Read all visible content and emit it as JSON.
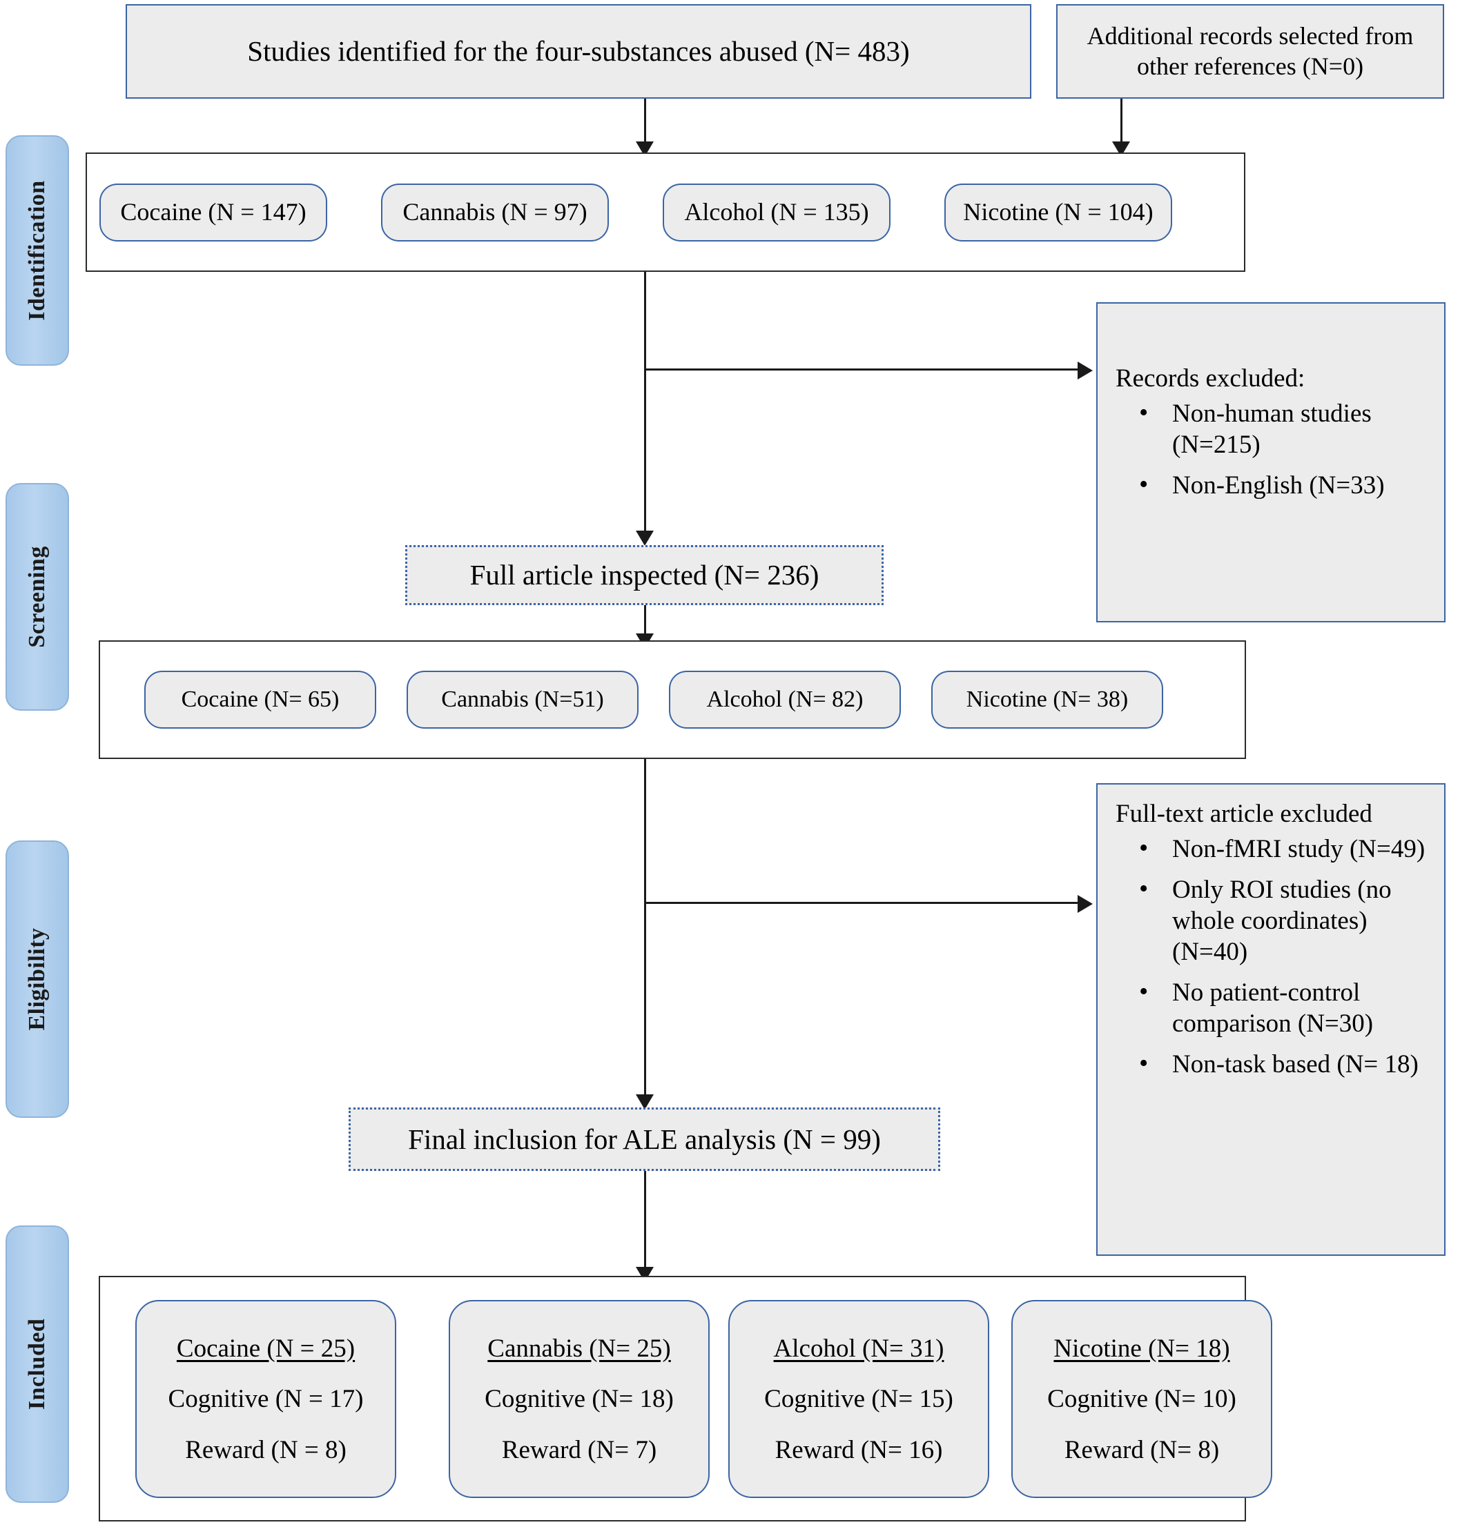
{
  "stages": [
    {
      "label": "Identification"
    },
    {
      "label": "Screening"
    },
    {
      "label": "Eligibility"
    },
    {
      "label": "Included"
    }
  ],
  "identification": {
    "source_box": "Studies identified for the four-substances abused (N= 483)",
    "additional_box": "Additional records selected from other references (N=0)",
    "substances": [
      "Cocaine (N = 147)",
      "Cannabis (N = 97)",
      "Alcohol (N = 135)",
      "Nicotine (N = 104)"
    ]
  },
  "screening": {
    "records_excluded": {
      "heading": "Records excluded:",
      "items": [
        "Non-human studies (N=215)",
        "Non-English (N=33)"
      ]
    },
    "full_article_inspected": "Full article inspected (N= 236)",
    "substances": [
      "Cocaine (N= 65)",
      "Cannabis (N=51)",
      "Alcohol (N= 82)",
      "Nicotine (N= 38)"
    ]
  },
  "eligibility": {
    "fulltext_excluded": {
      "heading": "Full-text article excluded",
      "items": [
        "Non-fMRI study (N=49)",
        "Only ROI studies (no whole coordinates) (N=40)",
        "No patient-control comparison (N=30)",
        "Non-task based (N= 18)"
      ]
    },
    "final_inclusion": "Final inclusion for ALE analysis (N = 99)"
  },
  "included": {
    "cards": [
      {
        "title": "Cocaine (N = 25)",
        "cognitive": "Cognitive (N = 17)",
        "reward": "Reward (N = 8)"
      },
      {
        "title": "Cannabis (N= 25)",
        "cognitive": "Cognitive (N= 18)",
        "reward": "Reward (N= 7)"
      },
      {
        "title": "Alcohol (N= 31)",
        "cognitive": "Cognitive (N= 15)",
        "reward": "Reward (N= 16)"
      },
      {
        "title": "Nicotine (N= 18)",
        "cognitive": "Cognitive (N= 10)",
        "reward": "Reward (N= 8)"
      }
    ]
  },
  "colors": {
    "stage_tab_fill": "#a9cae9",
    "stage_tab_border": "#8fb4da",
    "box_fill": "#ececec",
    "box_border": "#3b64a4",
    "container_border": "#2b2b2b",
    "connector": "#1a1a1a"
  }
}
